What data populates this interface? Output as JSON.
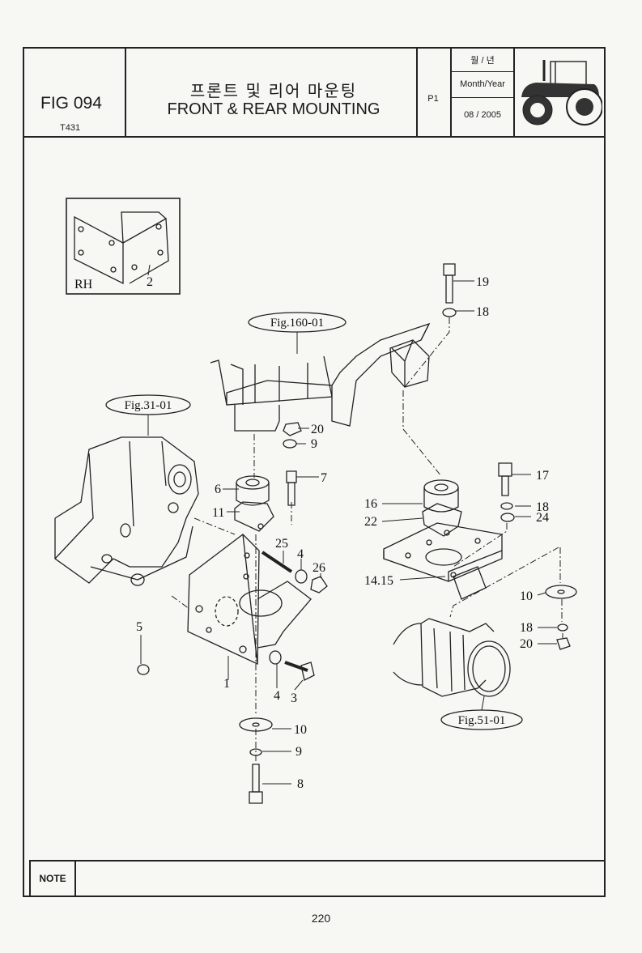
{
  "header": {
    "fig_number": "FIG 094",
    "model": "T431",
    "title_korean": "프론트 및 리어 마운팅",
    "title_english": "FRONT & REAR MOUNTING",
    "page_code": "P1",
    "date_label_korean": "월 / 년",
    "date_label_english": "Month/Year",
    "date_value": "08 / 2005"
  },
  "diagram": {
    "inset_label": "RH",
    "inset_callout": "2",
    "references": [
      "Fig.160-01",
      "Fig.31-01",
      "Fig.51-01"
    ],
    "callouts": [
      "19",
      "18",
      "20",
      "9",
      "7",
      "6",
      "11",
      "25",
      "4",
      "26",
      "5",
      "1",
      "4",
      "3",
      "10",
      "9",
      "8",
      "17",
      "16",
      "18",
      "22",
      "24",
      "14.15",
      "10",
      "18",
      "20"
    ]
  },
  "note": {
    "label": "NOTE"
  },
  "footer": {
    "page_number": "220"
  }
}
